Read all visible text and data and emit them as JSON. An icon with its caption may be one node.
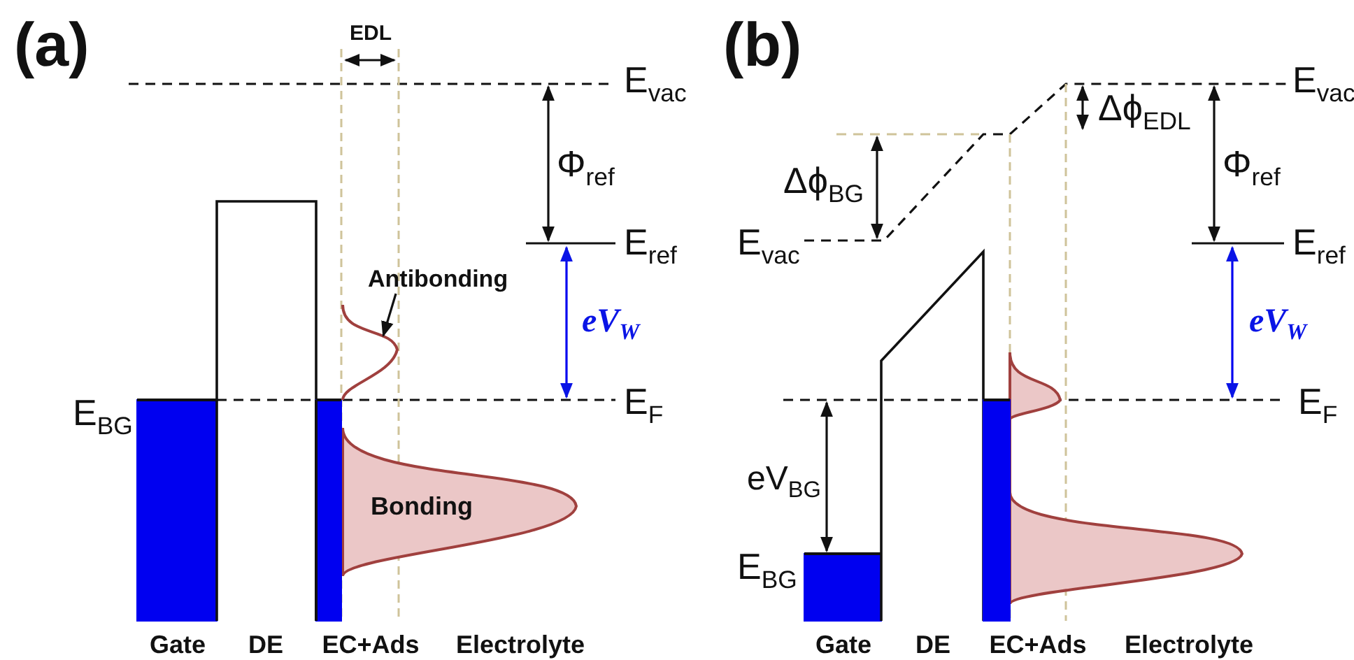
{
  "diagram": {
    "nodes": [
      {
        "text": [
          "Antibonding"
        ]
      },
      {
        "text": [],
        "shape": "curve"
      }
    ],
    "edges": [
      {
        "from": 0,
        "to": 1,
        "arrow": "to"
      }
    ],
    "labels": [
      "(a)",
      "EDL",
      "E$_{vac}$",
      "Φ$_{ref}$",
      "E$_{ref}$",
      "eV$_{W}$",
      "E$_{BG}$",
      "E$_{F}$",
      "Bonding",
      "Gate",
      "DE",
      "EC+Ads",
      "Electrolyte",
      "(b)",
      "E$_{vac}$",
      "Δϕ$_{EDL}$",
      "Δϕ$_{BG}$",
      "Φ$_{ref}$",
      "E$_{vac}$",
      "E$_{ref}$",
      "eV$_{W}$",
      "E$_{F}$",
      "eV$_{BG}$",
      "E$_{BG}$",
      "Gate",
      "DE",
      "EC+Ads",
      "Electrolyte"
    ]
  }
}
